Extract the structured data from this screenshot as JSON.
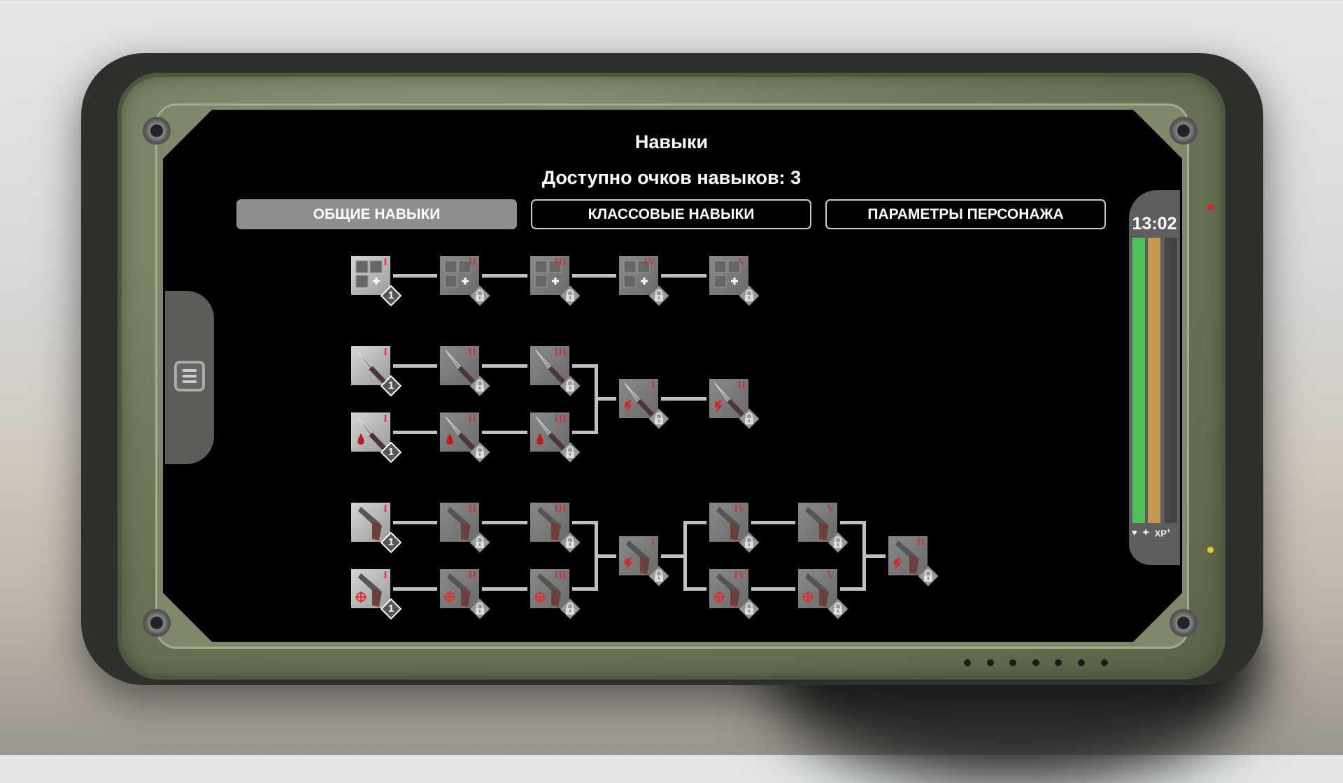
{
  "header": {
    "title": "Навыки",
    "points_label": "Доступно очков навыков:",
    "points_value": "3"
  },
  "tabs": [
    {
      "label": "ОБЩИЕ НАВЫКИ",
      "active": true
    },
    {
      "label": "КЛАССОВЫЕ НАВЫКИ",
      "active": false
    },
    {
      "label": "ПАРАМЕТРЫ ПЕРСОНАЖА",
      "active": false
    }
  ],
  "skills": [
    {
      "id": "inv-1",
      "icon": "inventory",
      "rank": "I",
      "badge": "1",
      "locked": false
    },
    {
      "id": "inv-2",
      "icon": "inventory",
      "rank": "II",
      "locked": true
    },
    {
      "id": "inv-3",
      "icon": "inventory",
      "rank": "III",
      "locked": true
    },
    {
      "id": "inv-4",
      "icon": "inventory",
      "rank": "IV",
      "locked": true
    },
    {
      "id": "inv-5",
      "icon": "inventory",
      "rank": "V",
      "locked": true
    },
    {
      "id": "knife-1",
      "icon": "knife",
      "rank": "I",
      "badge": "1",
      "locked": false
    },
    {
      "id": "knife-2",
      "icon": "knife",
      "rank": "II",
      "locked": true
    },
    {
      "id": "knife-3",
      "icon": "knife",
      "rank": "III",
      "locked": true
    },
    {
      "id": "knife-bleed-1",
      "icon": "knife-bleed",
      "rank": "I",
      "badge": "1",
      "locked": false
    },
    {
      "id": "knife-bleed-2",
      "icon": "knife-bleed",
      "rank": "II",
      "locked": true
    },
    {
      "id": "knife-bleed-3",
      "icon": "knife-bleed",
      "rank": "III",
      "locked": true
    },
    {
      "id": "knife-crit-1",
      "icon": "knife-crit",
      "rank": "I",
      "locked": true
    },
    {
      "id": "knife-crit-2",
      "icon": "knife-crit",
      "rank": "II",
      "locked": true
    },
    {
      "id": "pistol-1",
      "icon": "pistol",
      "rank": "I",
      "badge": "1",
      "locked": false
    },
    {
      "id": "pistol-2",
      "icon": "pistol",
      "rank": "II",
      "locked": true
    },
    {
      "id": "pistol-3",
      "icon": "pistol",
      "rank": "III",
      "locked": true
    },
    {
      "id": "pistol-aim-1",
      "icon": "pistol-aim",
      "rank": "I",
      "badge": "1",
      "locked": false
    },
    {
      "id": "pistol-aim-2",
      "icon": "pistol-aim",
      "rank": "II",
      "locked": true
    },
    {
      "id": "pistol-aim-3",
      "icon": "pistol-aim",
      "rank": "III",
      "locked": true
    },
    {
      "id": "pistol-crit-1",
      "icon": "pistol-crit",
      "rank": "I",
      "locked": true
    },
    {
      "id": "pistol-4",
      "icon": "pistol",
      "rank": "IV",
      "locked": true
    },
    {
      "id": "pistol-5",
      "icon": "pistol",
      "rank": "V",
      "locked": true
    },
    {
      "id": "pistol-aim-4",
      "icon": "pistol-aim",
      "rank": "IV",
      "locked": true
    },
    {
      "id": "pistol-aim-5",
      "icon": "pistol-aim",
      "rank": "V",
      "locked": true
    },
    {
      "id": "pistol-crit-2",
      "icon": "pistol-crit",
      "rank": "II",
      "locked": true
    }
  ],
  "hud": {
    "time": "13:02",
    "health_pct": 100,
    "stamina_pct": 100,
    "xp_pct": 0,
    "xp_label": "XP",
    "xp_sup": "+",
    "colors": {
      "health": "#4fc25a",
      "stamina": "#c49a52",
      "xp": "#444444"
    }
  }
}
